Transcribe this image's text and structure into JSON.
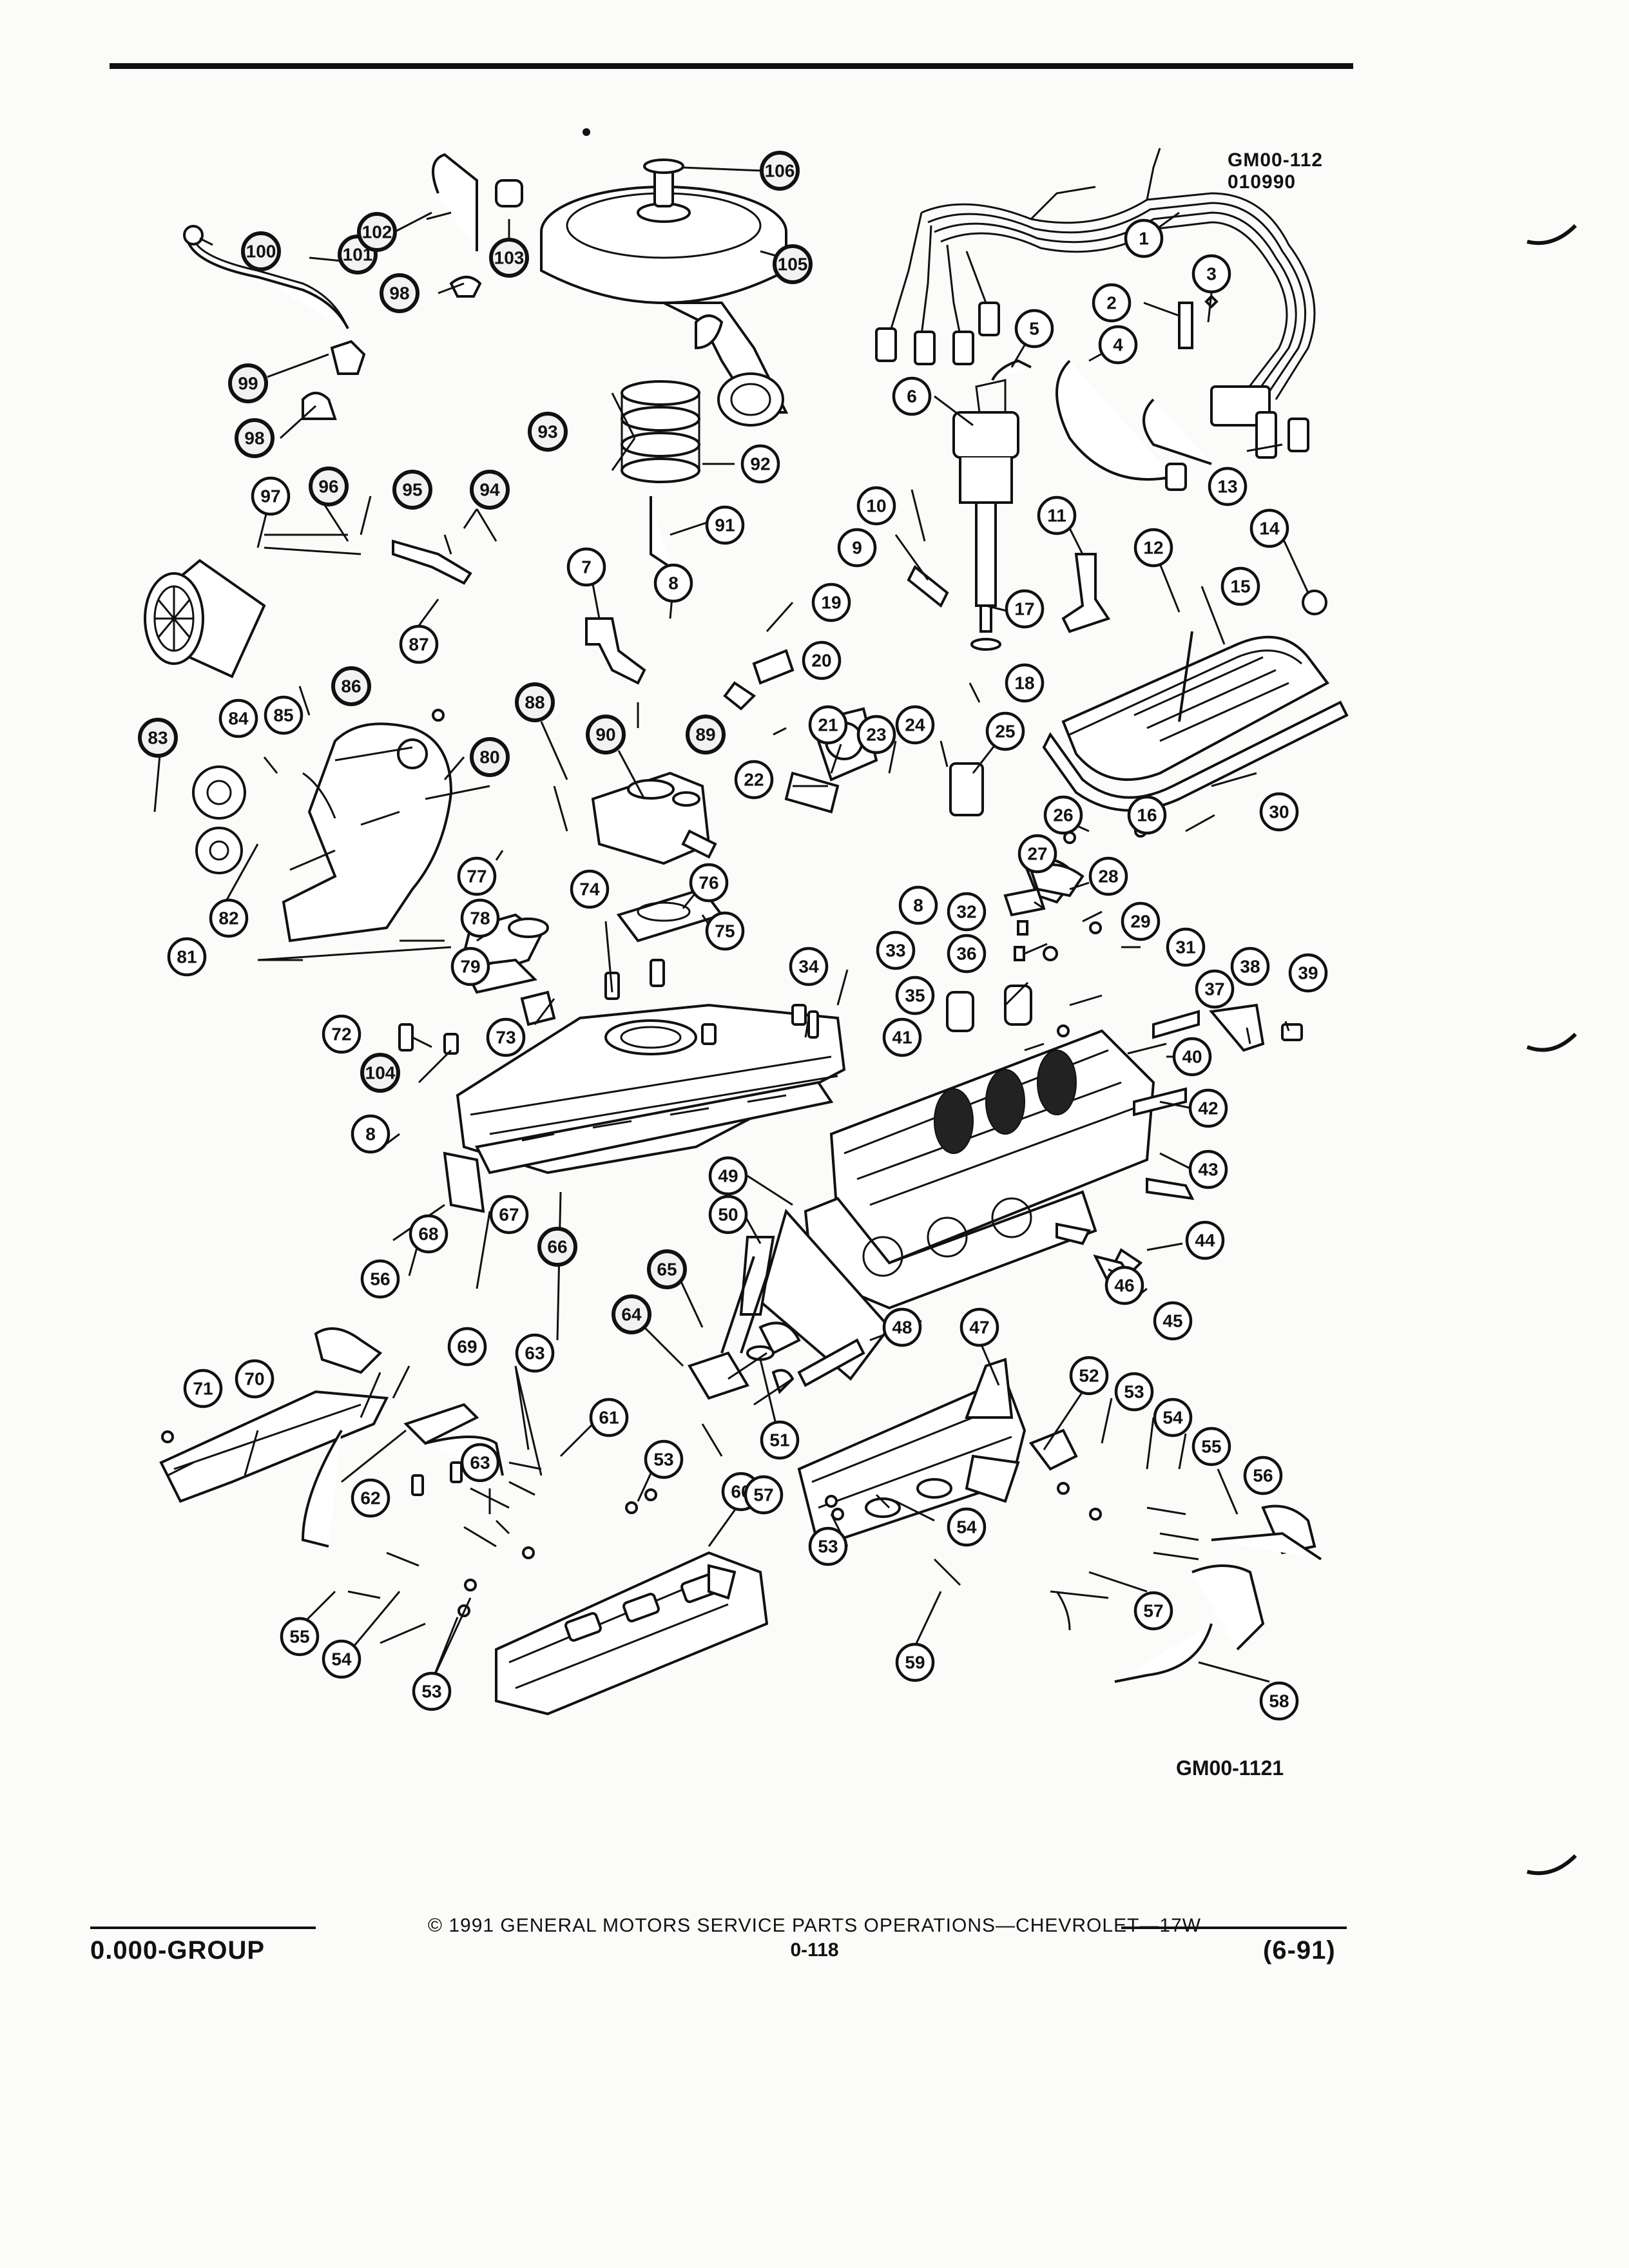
{
  "header": {
    "figure_code_top": "GM00-112",
    "figure_date": "010990"
  },
  "diagram": {
    "figure_code_bottom": "GM00-1121",
    "callouts": [
      {
        "label": "1",
        "filled": false
      },
      {
        "label": "2",
        "filled": false
      },
      {
        "label": "3",
        "filled": false
      },
      {
        "label": "4",
        "filled": false
      },
      {
        "label": "5",
        "filled": false
      },
      {
        "label": "6",
        "filled": false
      },
      {
        "label": "7",
        "filled": false
      },
      {
        "label": "8",
        "filled": false
      },
      {
        "label": "9",
        "filled": false
      },
      {
        "label": "10",
        "filled": false
      },
      {
        "label": "11",
        "filled": false
      },
      {
        "label": "12",
        "filled": false
      },
      {
        "label": "13",
        "filled": false
      },
      {
        "label": "14",
        "filled": false
      },
      {
        "label": "15",
        "filled": false
      },
      {
        "label": "16",
        "filled": false
      },
      {
        "label": "17",
        "filled": false
      },
      {
        "label": "18",
        "filled": false
      },
      {
        "label": "19",
        "filled": false
      },
      {
        "label": "20",
        "filled": false
      },
      {
        "label": "21",
        "filled": false
      },
      {
        "label": "22",
        "filled": false
      },
      {
        "label": "23",
        "filled": false
      },
      {
        "label": "24",
        "filled": false
      },
      {
        "label": "25",
        "filled": false
      },
      {
        "label": "26",
        "filled": false
      },
      {
        "label": "27",
        "filled": false
      },
      {
        "label": "28",
        "filled": false
      },
      {
        "label": "29",
        "filled": false
      },
      {
        "label": "30",
        "filled": false
      },
      {
        "label": "31",
        "filled": false
      },
      {
        "label": "32",
        "filled": false
      },
      {
        "label": "33",
        "filled": false
      },
      {
        "label": "34",
        "filled": false
      },
      {
        "label": "35",
        "filled": false
      },
      {
        "label": "36",
        "filled": false
      },
      {
        "label": "37",
        "filled": false
      },
      {
        "label": "38",
        "filled": false
      },
      {
        "label": "39",
        "filled": false
      },
      {
        "label": "40",
        "filled": false
      },
      {
        "label": "41",
        "filled": false
      },
      {
        "label": "42",
        "filled": false
      },
      {
        "label": "43",
        "filled": false
      },
      {
        "label": "44",
        "filled": false
      },
      {
        "label": "45",
        "filled": false
      },
      {
        "label": "46",
        "filled": false
      },
      {
        "label": "47",
        "filled": false
      },
      {
        "label": "48",
        "filled": false
      },
      {
        "label": "49",
        "filled": false
      },
      {
        "label": "50",
        "filled": false
      },
      {
        "label": "51",
        "filled": false
      },
      {
        "label": "52",
        "filled": false
      },
      {
        "label": "53",
        "filled": false
      },
      {
        "label": "54",
        "filled": false
      },
      {
        "label": "55",
        "filled": false
      },
      {
        "label": "56",
        "filled": false
      },
      {
        "label": "57",
        "filled": false
      },
      {
        "label": "58",
        "filled": false
      },
      {
        "label": "59",
        "filled": false
      },
      {
        "label": "60",
        "filled": false
      },
      {
        "label": "61",
        "filled": false
      },
      {
        "label": "62",
        "filled": false
      },
      {
        "label": "63",
        "filled": false
      },
      {
        "label": "64",
        "filled": true
      },
      {
        "label": "65",
        "filled": true
      },
      {
        "label": "66",
        "filled": true
      },
      {
        "label": "67",
        "filled": false
      },
      {
        "label": "68",
        "filled": false
      },
      {
        "label": "69",
        "filled": false
      },
      {
        "label": "70",
        "filled": false
      },
      {
        "label": "71",
        "filled": false
      },
      {
        "label": "72",
        "filled": false
      },
      {
        "label": "73",
        "filled": false
      },
      {
        "label": "74",
        "filled": false
      },
      {
        "label": "75",
        "filled": false
      },
      {
        "label": "76",
        "filled": false
      },
      {
        "label": "77",
        "filled": false
      },
      {
        "label": "78",
        "filled": false
      },
      {
        "label": "79",
        "filled": false
      },
      {
        "label": "80",
        "filled": true
      },
      {
        "label": "81",
        "filled": false
      },
      {
        "label": "82",
        "filled": false
      },
      {
        "label": "83",
        "filled": true
      },
      {
        "label": "84",
        "filled": false
      },
      {
        "label": "85",
        "filled": false
      },
      {
        "label": "86",
        "filled": true
      },
      {
        "label": "87",
        "filled": false
      },
      {
        "label": "88",
        "filled": true
      },
      {
        "label": "89",
        "filled": true
      },
      {
        "label": "90",
        "filled": true
      },
      {
        "label": "91",
        "filled": false
      },
      {
        "label": "92",
        "filled": false
      },
      {
        "label": "93",
        "filled": true
      },
      {
        "label": "94",
        "filled": true
      },
      {
        "label": "95",
        "filled": true
      },
      {
        "label": "96",
        "filled": true
      },
      {
        "label": "97",
        "filled": false
      },
      {
        "label": "98",
        "filled": true
      },
      {
        "label": "98",
        "filled": true
      },
      {
        "label": "99",
        "filled": true
      },
      {
        "label": "100",
        "filled": true
      },
      {
        "label": "101",
        "filled": true
      },
      {
        "label": "102",
        "filled": true
      },
      {
        "label": "103",
        "filled": true
      },
      {
        "label": "104",
        "filled": true
      },
      {
        "label": "105",
        "filled": true
      },
      {
        "label": "106",
        "filled": true
      },
      {
        "label": "8",
        "filled": false
      },
      {
        "label": "8",
        "filled": false
      },
      {
        "label": "53",
        "filled": false
      },
      {
        "label": "53",
        "filled": false
      },
      {
        "label": "53",
        "filled": false
      },
      {
        "label": "54",
        "filled": false
      },
      {
        "label": "54",
        "filled": false
      },
      {
        "label": "55",
        "filled": false
      },
      {
        "label": "56",
        "filled": false
      },
      {
        "label": "57",
        "filled": false
      },
      {
        "label": "63",
        "filled": false
      }
    ]
  },
  "footer": {
    "copyright_line": "© 1991 GENERAL MOTORS SERVICE PARTS OPERATIONS—CHEVROLET—17W",
    "group_label": "0.000-GROUP",
    "page_number": "0-118",
    "revision": "(6-91)"
  }
}
